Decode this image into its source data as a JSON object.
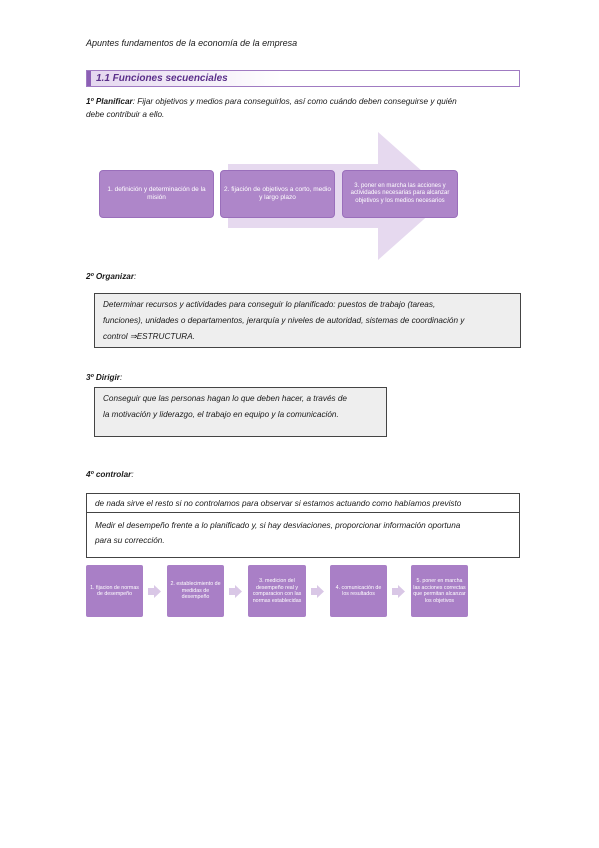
{
  "header": {
    "title": "Apuntes fundamentos de la economía de la empresa"
  },
  "section": {
    "title": "1.1 Funciones secuenciales"
  },
  "planificar": {
    "label": "1º Planificar",
    "text": ": Fijar objetivos y medios para conseguirlos, así como cuándo deben conseguirse y quién",
    "text2": "debe contribuir a ello.",
    "steps": [
      "1. definición y determinación de la misión",
      "2. fijación de objetivos a corto, medio y largo plazo",
      "3. poner en marcha las acciones y actividades necesarias para alcanzar objetivos y los medios necesarios"
    ]
  },
  "organizar": {
    "label": "2º Organizar",
    "suffix": ":",
    "lines": [
      "Determinar recursos y actividades para conseguir lo planificado: puestos de trabajo (tareas,",
      "funciones), unidades o departamentos, jerarquía y niveles de autoridad, sistemas de coordinación y",
      "control ⇒ESTRUCTURA."
    ]
  },
  "dirigir": {
    "label": "3º Dirigir",
    "suffix": ":",
    "lines": [
      "Conseguir que las personas hagan lo que deben hacer, a través de",
      "la motivación y liderazgo, el trabajo en equipo y la comunicación."
    ]
  },
  "controlar": {
    "label": "4º controlar",
    "suffix": ":",
    "line1": "de nada sirve el resto si no controlamos para observar si estamos actuando como habíamos previsto",
    "line2": "Medir el desempeño frente a lo planificado y, si hay desviaciones, proporcionar información oportuna",
    "line3": "para su corrección.",
    "steps": [
      "1. fijacion de normas de desempeño",
      "2. establecimiento de medidas de desempeño",
      "3. medicion del desempeño real y comparacion con las normas establecidas",
      "4. comunicación de los resultados",
      "5. poner en marcha las acciones correctas que permitan alcanzar los objetivos"
    ]
  },
  "colors": {
    "accent": "#ae86c9",
    "arrow": "#e6d9ef",
    "section_text": "#5a2f8a"
  }
}
